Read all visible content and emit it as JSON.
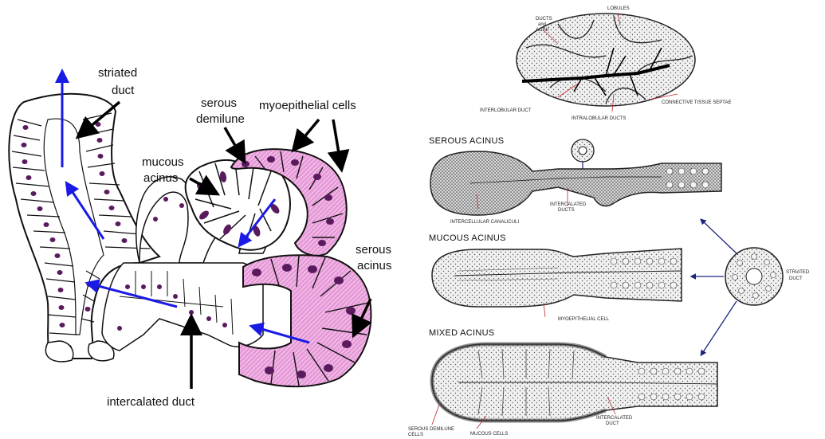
{
  "left_figure": {
    "labels": {
      "striated_duct_1": "striated",
      "striated_duct_2": "duct",
      "serous_demilune_1": "serous",
      "serous_demilune_2": "demilune",
      "myoepithelial": "myoepithelial cells",
      "mucous_acinus_1": "mucous",
      "mucous_acinus_2": "acinus",
      "serous_acinus_1": "serous",
      "serous_acinus_2": "acinus",
      "intercalated_duct": "intercalated duct"
    }
  },
  "right_figure": {
    "top_labels": {
      "ducts_1": "DUCTS",
      "ducts_2": "and",
      "ducts_3": "ACINI",
      "lobules": "LOBULES",
      "interlobular": "INTERLOBULAR DUCT",
      "intralobular": "INTRALOBULAR DUCTS",
      "septae": "CONNECTIVE TISSUE SEPTAE"
    },
    "serous": {
      "heading": "SEROUS ACINUS",
      "canaliculi": "INTERCELLULAR CANALICULI",
      "intercalated_1": "INTERCALATED",
      "intercalated_2": "DUCTS"
    },
    "mucous": {
      "heading": "MUCOUS ACINUS",
      "myoepithelial": "MYOEPITHELIAL CELL"
    },
    "mixed": {
      "heading": "MIXED ACINUS",
      "demilune_1": "SEROUS DEMILUNE",
      "demilune_2": "CELLS",
      "mucous_cells": "MUCOUS CELLS",
      "intercalated_1": "INTERCALATED",
      "intercalated_2": "DUCT"
    },
    "striated": {
      "label_1": "STRIATED",
      "label_2": "DUCT"
    }
  },
  "colors": {
    "flow_arrow": "#1a1ae6",
    "serous_cell": "#e79ad8",
    "nucleus": "#5a1a5e",
    "outline": "#111111"
  }
}
